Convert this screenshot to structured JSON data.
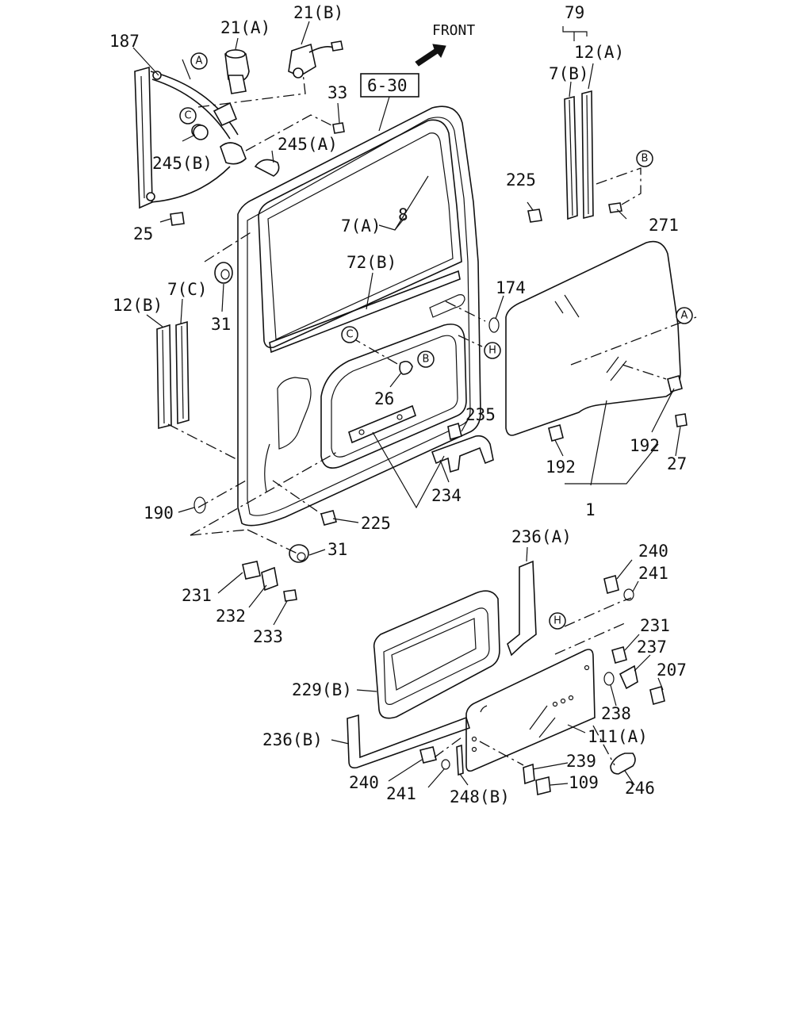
{
  "front_label": "FRONT",
  "ref_box": "6-30",
  "labels": {
    "l187": "187",
    "l21a": "21(A)",
    "l21b": "21(B)",
    "l33": "33",
    "l245a": "245(A)",
    "l245b": "245(B)",
    "l25": "25",
    "l79": "79",
    "l12a": "12(A)",
    "l7b": "7(B)",
    "l225a": "225",
    "l271": "271",
    "l7a": "7(A)",
    "l8": "8",
    "l72b": "72(B)",
    "l174": "174",
    "l12b": "12(B)",
    "l7c": "7(C)",
    "l31a": "31",
    "l26": "26",
    "l235": "235",
    "l192a": "192",
    "l192b": "192",
    "l27": "27",
    "l1": "1",
    "l234": "234",
    "l190": "190",
    "l225b": "225",
    "l31b": "31",
    "l231a": "231",
    "l232": "232",
    "l233": "233",
    "l236a": "236(A)",
    "l240a": "240",
    "l241a": "241",
    "l231b": "231",
    "l237": "237",
    "l207": "207",
    "l238": "238",
    "l229b": "229(B)",
    "l236b": "236(B)",
    "l111a": "111(A)",
    "l239": "239",
    "l109": "109",
    "l246": "246",
    "l240b": "240",
    "l241b": "241",
    "l248b": "248(B)"
  },
  "callouts": {
    "a1": "A",
    "a2": "A",
    "b1": "B",
    "b2": "B",
    "c1": "C",
    "c2": "C",
    "h1": "H",
    "h2": "H"
  }
}
